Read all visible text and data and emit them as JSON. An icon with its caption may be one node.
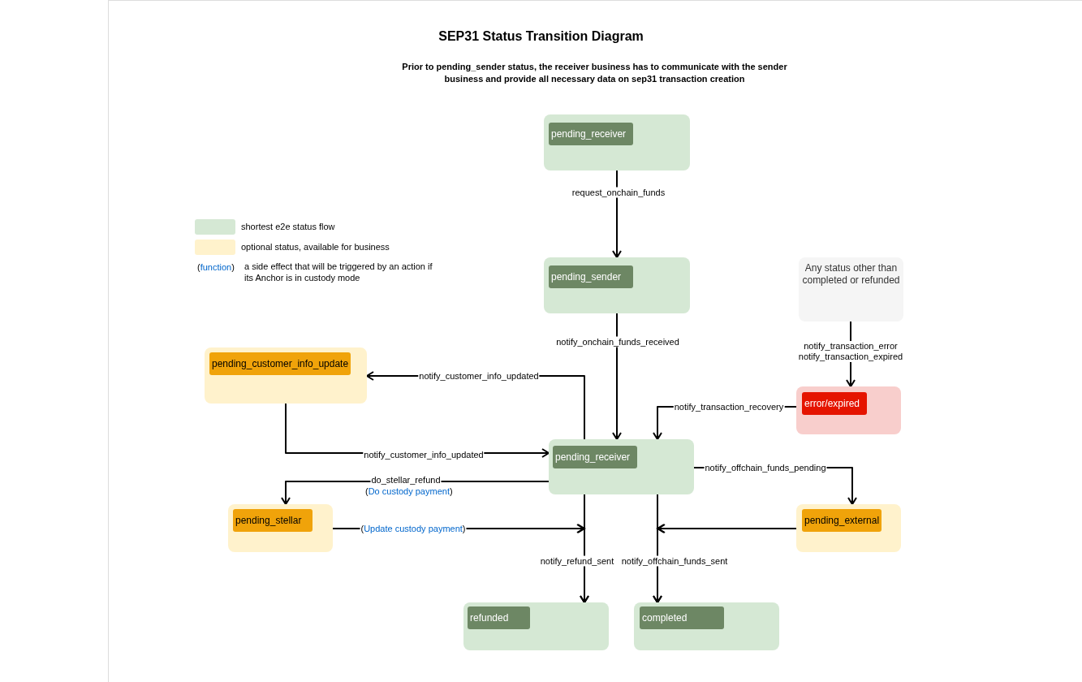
{
  "diagram": {
    "title": "SEP31 Status Transition Diagram",
    "caption": "Prior to pending_sender status, the receiver business has to communicate with the sender business and provide all necessary data on sep31 transaction creation",
    "nodes": [
      {
        "text": [
          "pending_receiver"
        ]
      },
      {
        "text": [
          "pending_sender"
        ]
      },
      {
        "text": [
          "Any status other than completed or refunded"
        ]
      },
      {
        "text": [
          "pending_customer_info_update"
        ]
      },
      {
        "text": [
          "error/expired"
        ]
      },
      {
        "text": [
          "pending_receiver"
        ]
      },
      {
        "text": [
          "pending_stellar"
        ]
      },
      {
        "text": [
          "pending_external"
        ]
      },
      {
        "text": [
          "refunded"
        ]
      },
      {
        "text": [
          "completed"
        ]
      }
    ],
    "edges": [
      {
        "from": 0,
        "to": 1,
        "arrow": "to",
        "label": "request_onchain_funds"
      },
      {
        "from": 1,
        "to": 5,
        "arrow": "to",
        "label": "notify_onchain_funds_received"
      },
      {
        "from": 2,
        "to": 4,
        "arrow": "to",
        "label": "notify_transaction_error notify_transaction_expired"
      },
      {
        "from": 5,
        "to": 3,
        "arrow": "to",
        "label": "notify_customer_info_updated"
      },
      {
        "from": 3,
        "to": 5,
        "arrow": "to",
        "label": "notify_customer_info_updated"
      },
      {
        "from": 4,
        "to": 5,
        "arrow": "to",
        "label": "notify_transaction_recovery"
      },
      {
        "from": 5,
        "to": 6,
        "arrow": "to",
        "label": "do_stellar_refund"
      },
      {
        "from": 6,
        "to": 8,
        "arrow": "to",
        "label": "(Update custody payment)"
      },
      {
        "from": 5,
        "to": 8,
        "arrow": "to",
        "label": "notify_refund_sent"
      },
      {
        "from": 5,
        "to": 7,
        "arrow": "to",
        "label": "notify_offchain_funds_pending"
      },
      {
        "from": 7,
        "to": 9,
        "arrow": "to"
      },
      {
        "from": 5,
        "to": 9,
        "arrow": "to",
        "label": "notify_offchain_funds_sent"
      }
    ],
    "labels": [
      "(function)",
      "(Do custody payment)"
    ],
    "legend": [
      {
        "text": "shortest e2e status flow",
        "color": "#d5e8d4"
      },
      {
        "text": "optional status, available for business",
        "color": "#fff2cc"
      },
      {
        "text": "a side effect that will be triggered by an action if its Anchor is in custody mode"
      }
    ]
  }
}
